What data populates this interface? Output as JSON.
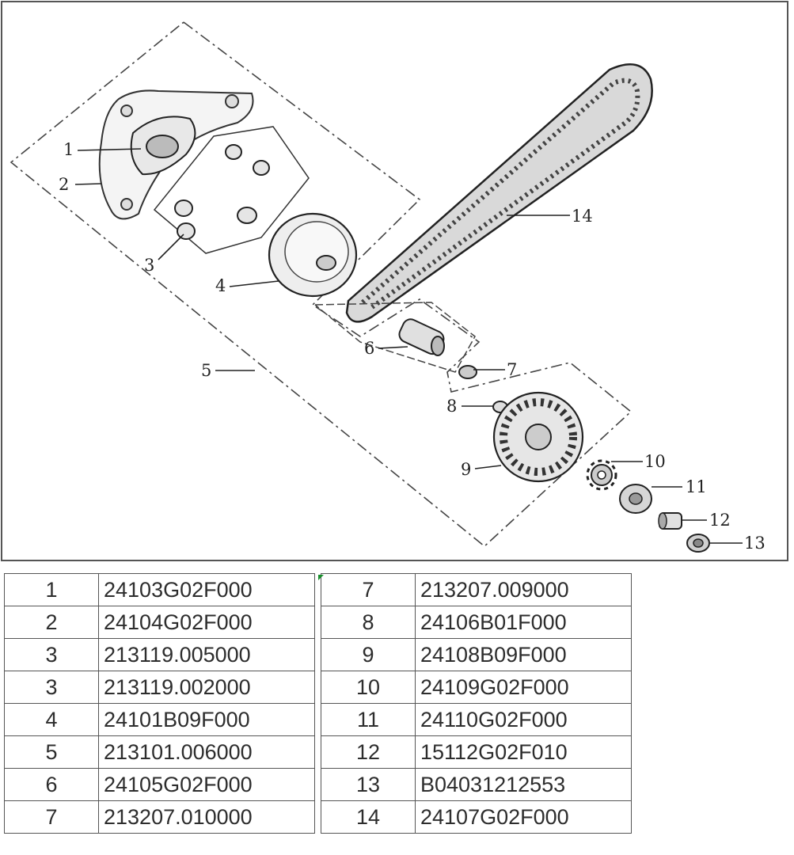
{
  "callouts": [
    "1",
    "2",
    "3",
    "4",
    "5",
    "6",
    "7",
    "8",
    "9",
    "10",
    "11",
    "12",
    "13",
    "14"
  ],
  "parts_table": {
    "left": [
      {
        "num": "1",
        "code": "24103G02F000"
      },
      {
        "num": "2",
        "code": "24104G02F000"
      },
      {
        "num": "3",
        "code": "213119.005000"
      },
      {
        "num": "3",
        "code": "213119.002000"
      },
      {
        "num": "4",
        "code": "24101B09F000"
      },
      {
        "num": "5",
        "code": "213101.006000"
      },
      {
        "num": "6",
        "code": "24105G02F000"
      },
      {
        "num": "7",
        "code": "213207.010000"
      }
    ],
    "right": [
      {
        "num": "7",
        "code": "213207.009000"
      },
      {
        "num": "8",
        "code": "24106B01F000"
      },
      {
        "num": "9",
        "code": "24108B09F000"
      },
      {
        "num": "10",
        "code": "24109G02F000"
      },
      {
        "num": "11",
        "code": "24110G02F000"
      },
      {
        "num": "12",
        "code": "15112G02F010"
      },
      {
        "num": "13",
        "code": "B04031212553"
      },
      {
        "num": "14",
        "code": "24107G02F000"
      }
    ]
  }
}
